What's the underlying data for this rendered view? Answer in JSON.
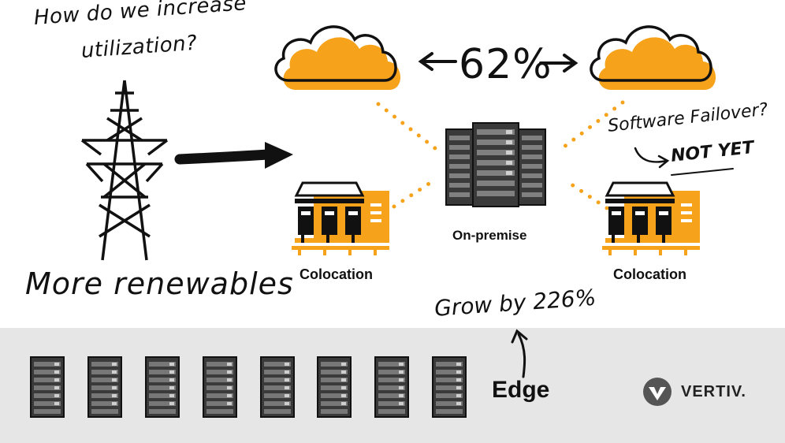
{
  "question": {
    "line1": "How do we increase",
    "line2": "utilization?"
  },
  "renewables": "More renewables",
  "percent_between_clouds": "62%",
  "failover": {
    "question": "Software Failover?",
    "answer": "NOT YET"
  },
  "colocation_left": "Colocation",
  "colocation_right": "Colocation",
  "on_premise": "On-premise",
  "growth": "Grow by 226%",
  "edge": "Edge",
  "brand": "VERTIV.",
  "colors": {
    "orange": "#f7a21b",
    "ink": "#111111",
    "server_dark": "#3a3a3a",
    "band": "#e6e6e6"
  },
  "icons": [
    "cloud-icon",
    "power-tower-icon",
    "colocation-building-icon",
    "server-rack-icon",
    "vertiv-logo-icon"
  ]
}
